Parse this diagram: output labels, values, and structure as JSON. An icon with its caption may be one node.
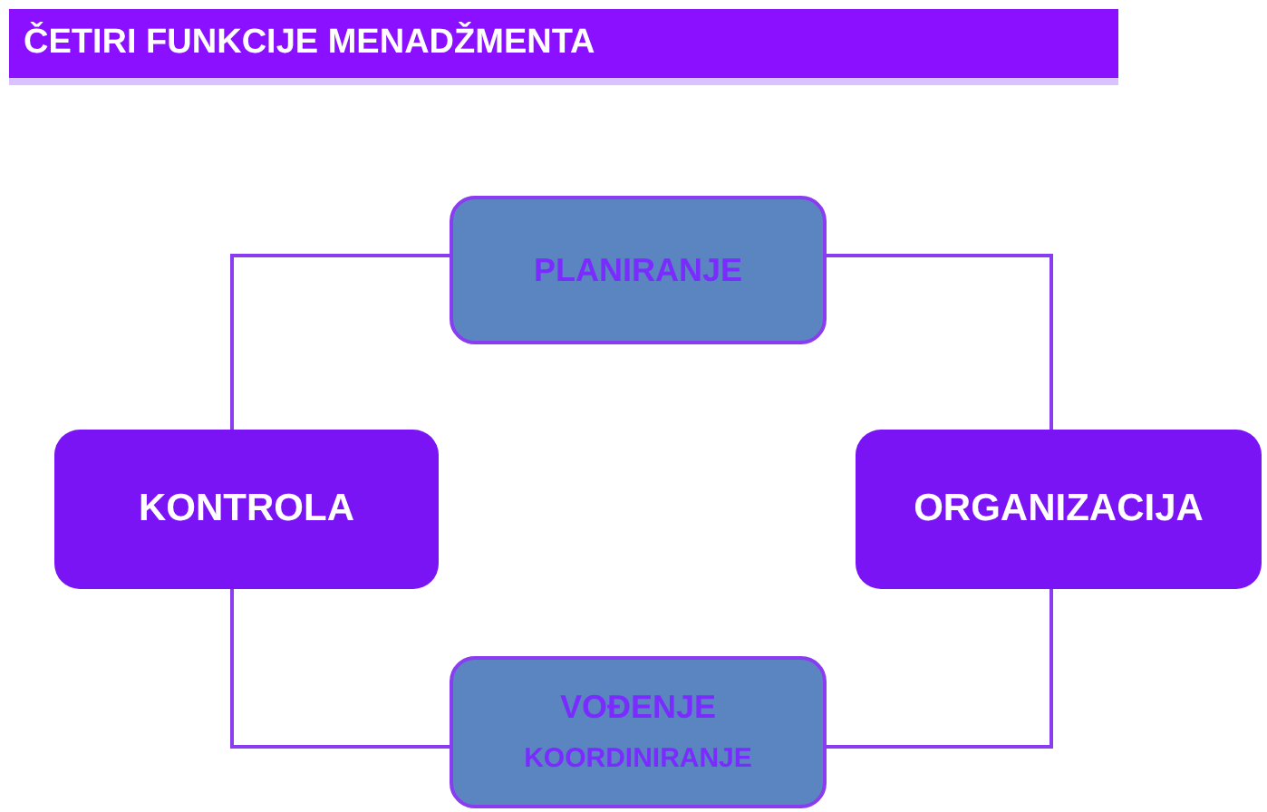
{
  "diagram": {
    "title": "ČETIRI FUNKCIJE MENADŽMENTA",
    "nodes": [
      {
        "text": [
          "PLANIRANJE"
        ]
      },
      {
        "text": [
          "KONTROLA"
        ]
      },
      {
        "text": [
          "ORGANIZACIJA"
        ]
      },
      {
        "text": [
          "VOĐENJE",
          "KOORDINIRANJE"
        ]
      }
    ],
    "edges": [
      {
        "from": 0,
        "to": 2,
        "arrow": "none"
      },
      {
        "from": 2,
        "to": 3,
        "arrow": "none"
      },
      {
        "from": 3,
        "to": 1,
        "arrow": "none"
      },
      {
        "from": 1,
        "to": 0,
        "arrow": "none"
      }
    ]
  }
}
